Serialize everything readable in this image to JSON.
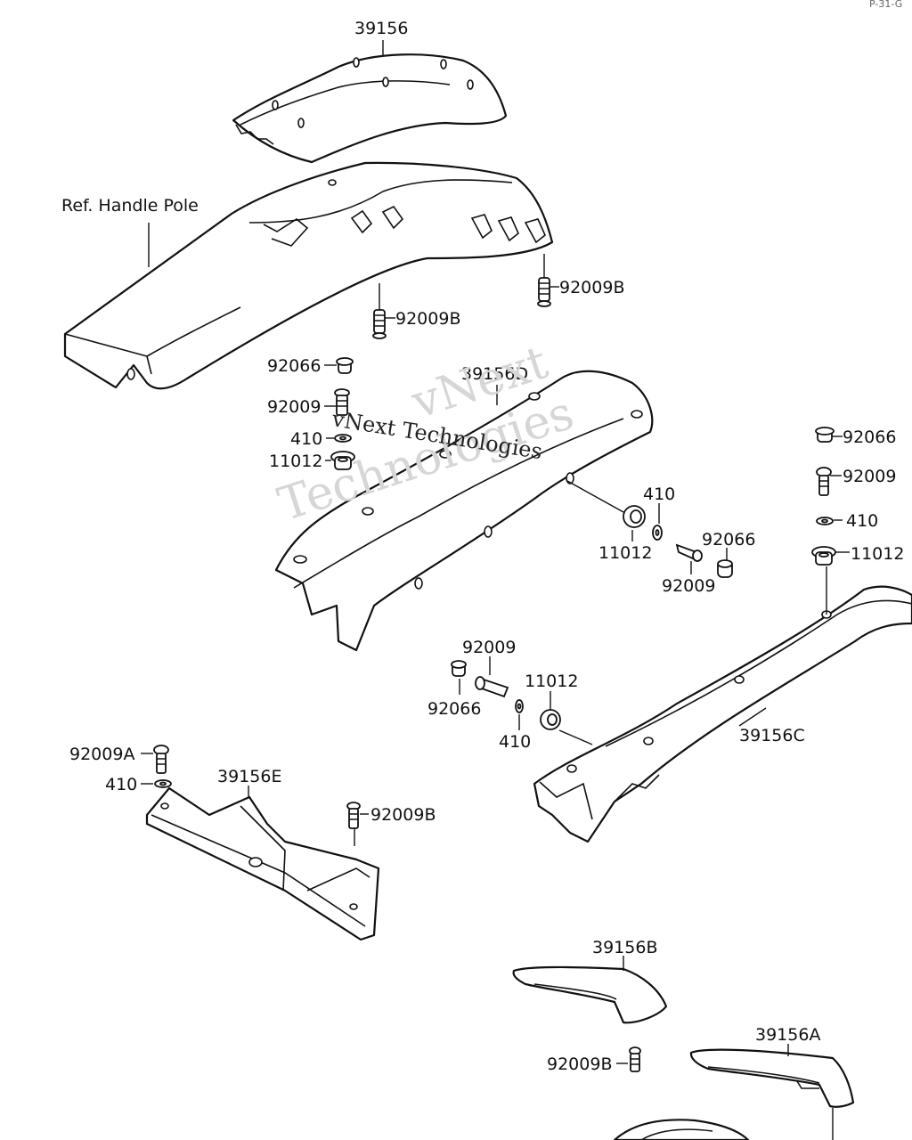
{
  "page": {
    "page_code": "P-31-G"
  },
  "watermark": {
    "line1": "vNext",
    "line2": "Technologies",
    "overlay": "vNext Technologies"
  },
  "labels": {
    "ref_handle_pole": "Ref. Handle Pole",
    "p39156": "39156",
    "p39156A": "39156A",
    "p39156B": "39156B",
    "p39156C": "39156C",
    "p39156D": "39156D",
    "p39156E": "39156E",
    "p92009": "92009",
    "p92009A": "92009A",
    "p92009B": "92009B",
    "p92066": "92066",
    "p410": "410",
    "p11012": "11012"
  }
}
